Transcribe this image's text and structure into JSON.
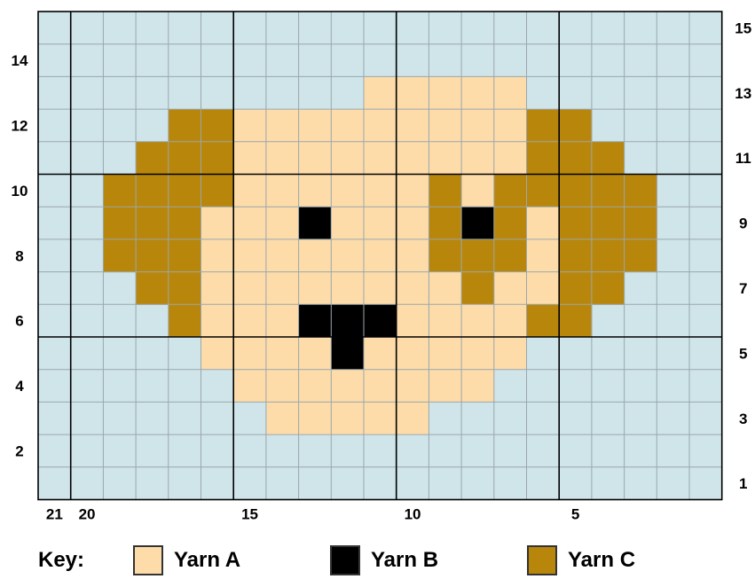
{
  "chart_data": {
    "type": "knitting-chart",
    "columns": 21,
    "rows": 15,
    "colors": {
      "background": "#cfe5ea",
      "A": "#fddcaa",
      "B": "#000000",
      "C": "#b8860b",
      "gridline": "#9aa7ad",
      "majorline": "#000000"
    },
    "row_labels_left": [
      "14",
      "12",
      "10",
      "8",
      "6",
      "4",
      "2"
    ],
    "row_labels_right": [
      "15",
      "13",
      "11",
      "9",
      "7",
      "5",
      "3",
      "1"
    ],
    "col_labels": [
      "21",
      "20",
      "15",
      "10",
      "5"
    ],
    "grid": [
      ".....................",
      ".....................",
      "..........AAAAA......",
      "....CCAAAAAAAAACC....",
      "...CCCAAAAAAAAACCC...",
      "..CCCCAAAAAACACCCCC..",
      "..CCCAAABAAACBCACCC..",
      "..CCCAAAAAAACCCACCC..",
      "...CCAAAAAAAACAACC...",
      "....CAAABBBAAAACC....",
      ".....AAAABAAAAA......",
      "......AAAAAAAA.......",
      ".......AAAAA.........",
      ".....................",
      "....................."
    ]
  },
  "key": {
    "title": "Key:",
    "items": [
      {
        "label": "Yarn A",
        "color": "#fddcaa"
      },
      {
        "label": "Yarn B",
        "color": "#000000"
      },
      {
        "label": "Yarn C",
        "color": "#b8860b"
      }
    ]
  }
}
